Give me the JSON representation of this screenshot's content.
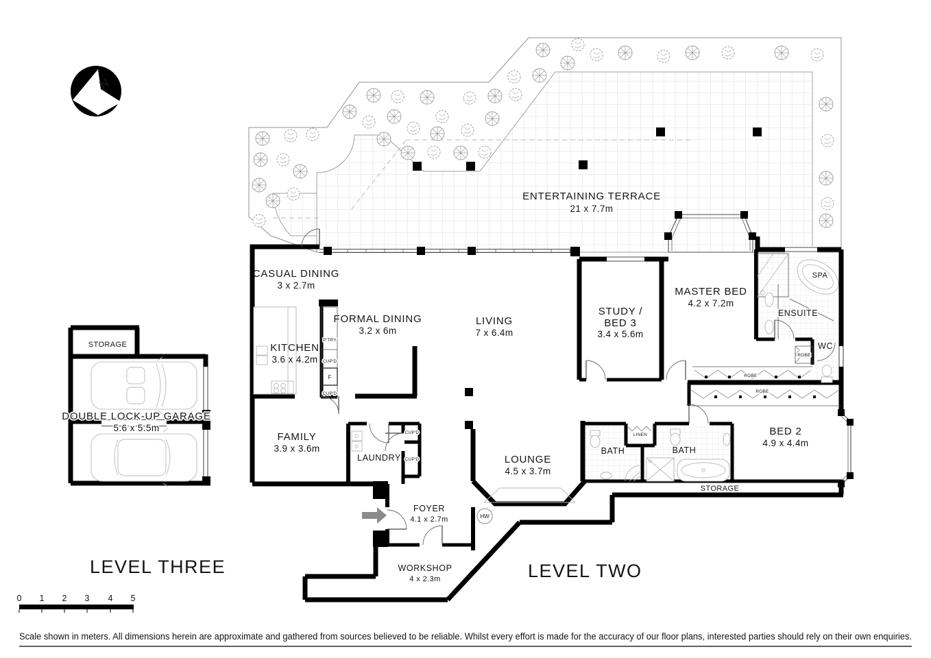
{
  "page": {
    "level_left": "LEVEL THREE",
    "level_right": "LEVEL TWO",
    "north": "N",
    "disclaimer": "Scale shown in meters. All dimensions herein are approximate and gathered from sources believed to be  reliable. Whilst every effort is made for the accuracy of our floor plans, interested parties should rely on their own enquiries."
  },
  "scale_bar": {
    "ticks": [
      "0",
      "1",
      "2",
      "3",
      "4",
      "5"
    ]
  },
  "rooms": {
    "terrace": {
      "name": "ENTERTAINING TERRACE",
      "dims": "21 x 7.7m"
    },
    "casual_dining": {
      "name": "CASUAL DINING",
      "dims": "3 x 2.7m"
    },
    "kitchen": {
      "name": "KITCHEN",
      "dims": "3.6 x 4.2m"
    },
    "formal_dining": {
      "name": "FORMAL DINING",
      "dims": "3.2 x 6m"
    },
    "living": {
      "name": "LIVING",
      "dims": "7 x 6.4m"
    },
    "study": {
      "name_line1": "STUDY /",
      "name_line2": "BED 3",
      "dims": "3.4 x 5.6m"
    },
    "master_bed": {
      "name": "MASTER BED",
      "dims": "4.2 x 7.2m"
    },
    "bed2": {
      "name": "BED 2",
      "dims": "4.9 x 4.4m"
    },
    "lounge": {
      "name": "LOUNGE",
      "dims": "4.5 x 3.7m"
    },
    "family": {
      "name": "FAMILY",
      "dims": "3.9 x 3.6m"
    },
    "foyer": {
      "name": "FOYER",
      "dims": "4.1 x 2.7m"
    },
    "workshop": {
      "name": "WORKSHOP",
      "dims": "4 x 2.3m"
    },
    "garage": {
      "name": "DOUBLE LOCK-UP GARAGE",
      "dims": "5.6 x 5.5m"
    }
  },
  "labels": {
    "ptry": "P'TRY",
    "cupd": "CUP'D",
    "fridge": "F",
    "robe": "ROBE",
    "bath": "BATH",
    "linen": "LINEN",
    "storage": "STORAGE",
    "wc": "WC",
    "spa": "SPA",
    "ensuite": "ENSUITE",
    "laundry": "LAUNDRY",
    "hw": "HW"
  }
}
